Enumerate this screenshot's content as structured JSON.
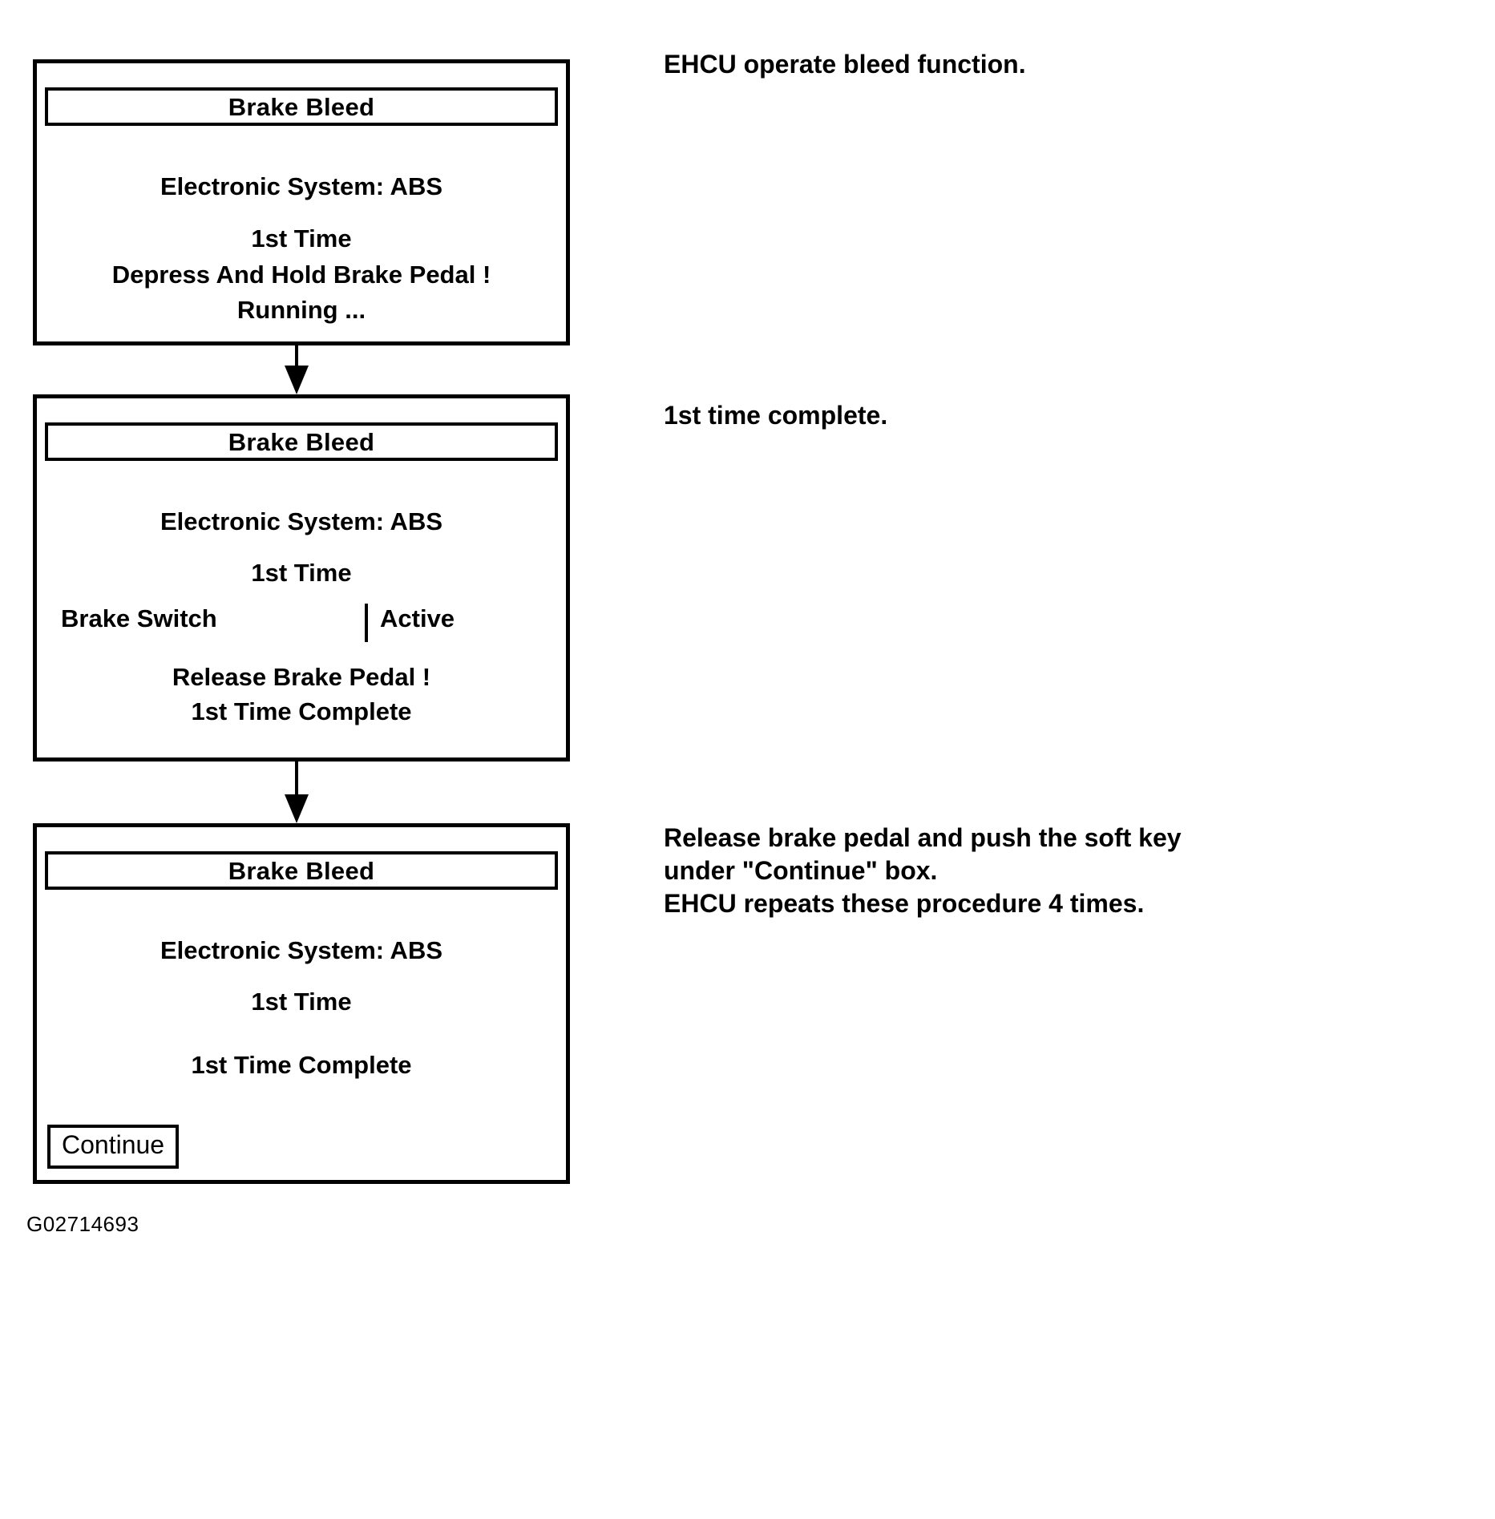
{
  "figure": {
    "id_label": "G02714693"
  },
  "screens": [
    {
      "name": "screen-1",
      "title": "Brake Bleed",
      "lines": [
        "Electronic System: ABS",
        "1st Time",
        "Depress And Hold Brake Pedal !",
        "Running ..."
      ]
    },
    {
      "name": "screen-2",
      "title": "Brake Bleed",
      "lines": [
        "Electronic System: ABS",
        "1st Time"
      ],
      "data_row": {
        "label": "Brake Switch",
        "value": "Active"
      },
      "lines_after": [
        "Release Brake Pedal !",
        "1st Time Complete"
      ]
    },
    {
      "name": "screen-3",
      "title": "Brake Bleed",
      "lines": [
        "Electronic System: ABS",
        "1st Time",
        "1st Time Complete"
      ],
      "softkey": "Continue"
    }
  ],
  "notes": [
    {
      "name": "note-ehcu-operate",
      "text": "EHCU operate bleed function."
    },
    {
      "name": "note-first-time-complete",
      "text": "1st time complete."
    },
    {
      "name": "note-release-and-continue",
      "text": "Release brake pedal and push the soft key\nunder \"Continue\" box.\nEHCU repeats these procedure 4 times."
    }
  ]
}
